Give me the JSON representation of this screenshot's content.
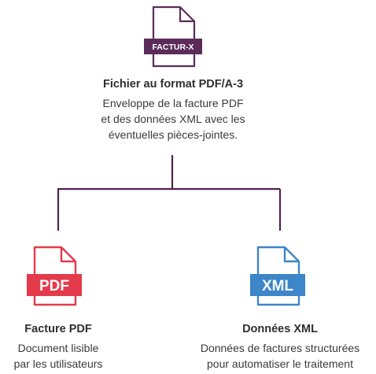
{
  "root": {
    "badge_label": "FACTUR-X",
    "title": "Fichier au format PDF/A-3",
    "description_lines": [
      "Enveloppe de la facture PDF",
      "et des données XML avec les",
      "éventuelles pièces-jointes."
    ]
  },
  "children": [
    {
      "badge_label": "PDF",
      "title": "Facture PDF",
      "description_lines": [
        "Document lisible",
        "par les utilisateurs"
      ]
    },
    {
      "badge_label": "XML",
      "title": "Données XML",
      "description_lines": [
        "Données de factures structurées",
        "pour automatiser le traitement"
      ]
    }
  ],
  "colors": {
    "root_accent": "#5b2c5a",
    "pdf_accent": "#e33b4b",
    "xml_accent": "#3c86c9",
    "connector": "#4f2350"
  },
  "icons": {
    "root": "document-icon",
    "pdf": "pdf-file-icon",
    "xml": "xml-file-icon"
  }
}
